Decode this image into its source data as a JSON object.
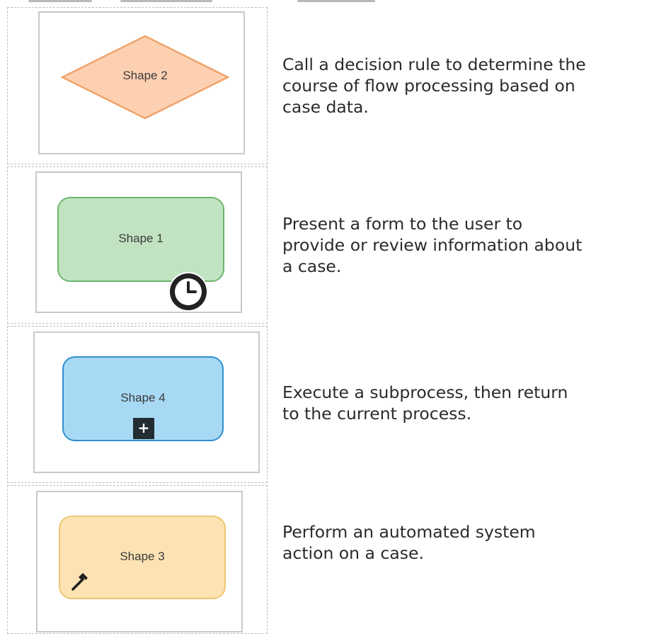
{
  "rows": [
    {
      "shape_label": "Shape 2",
      "shape_kind": "decision-diamond",
      "description_lines": [
        "Call a decision rule to determine the",
        "course of flow processing based on",
        "case data."
      ]
    },
    {
      "shape_label": "Shape 1",
      "shape_kind": "assignment-with-clock",
      "description_lines": [
        "Present a form to the user to",
        "provide or review information about",
        "a case."
      ]
    },
    {
      "shape_label": "Shape 4",
      "shape_kind": "subprocess-with-plus",
      "description_lines": [
        "Execute a subprocess, then return",
        "to the current process."
      ]
    },
    {
      "shape_label": "Shape 3",
      "shape_kind": "utility-with-hammer",
      "description_lines": [
        "Perform an automated system",
        "action on a case."
      ]
    }
  ],
  "badges": {
    "plus_symbol": "+",
    "clock_icon": "clock-icon",
    "hammer_icon": "hammer-icon"
  },
  "colors": {
    "diamond_fill": "#fdd0b1",
    "diamond_stroke": "#f0a36b",
    "green_fill": "#c2e3c2",
    "green_stroke": "#6cb66c",
    "blue_fill": "#a8d9f4",
    "blue_stroke": "#2e8fd0",
    "yellow_fill": "#fde3b3",
    "yellow_stroke": "#ecc672"
  }
}
